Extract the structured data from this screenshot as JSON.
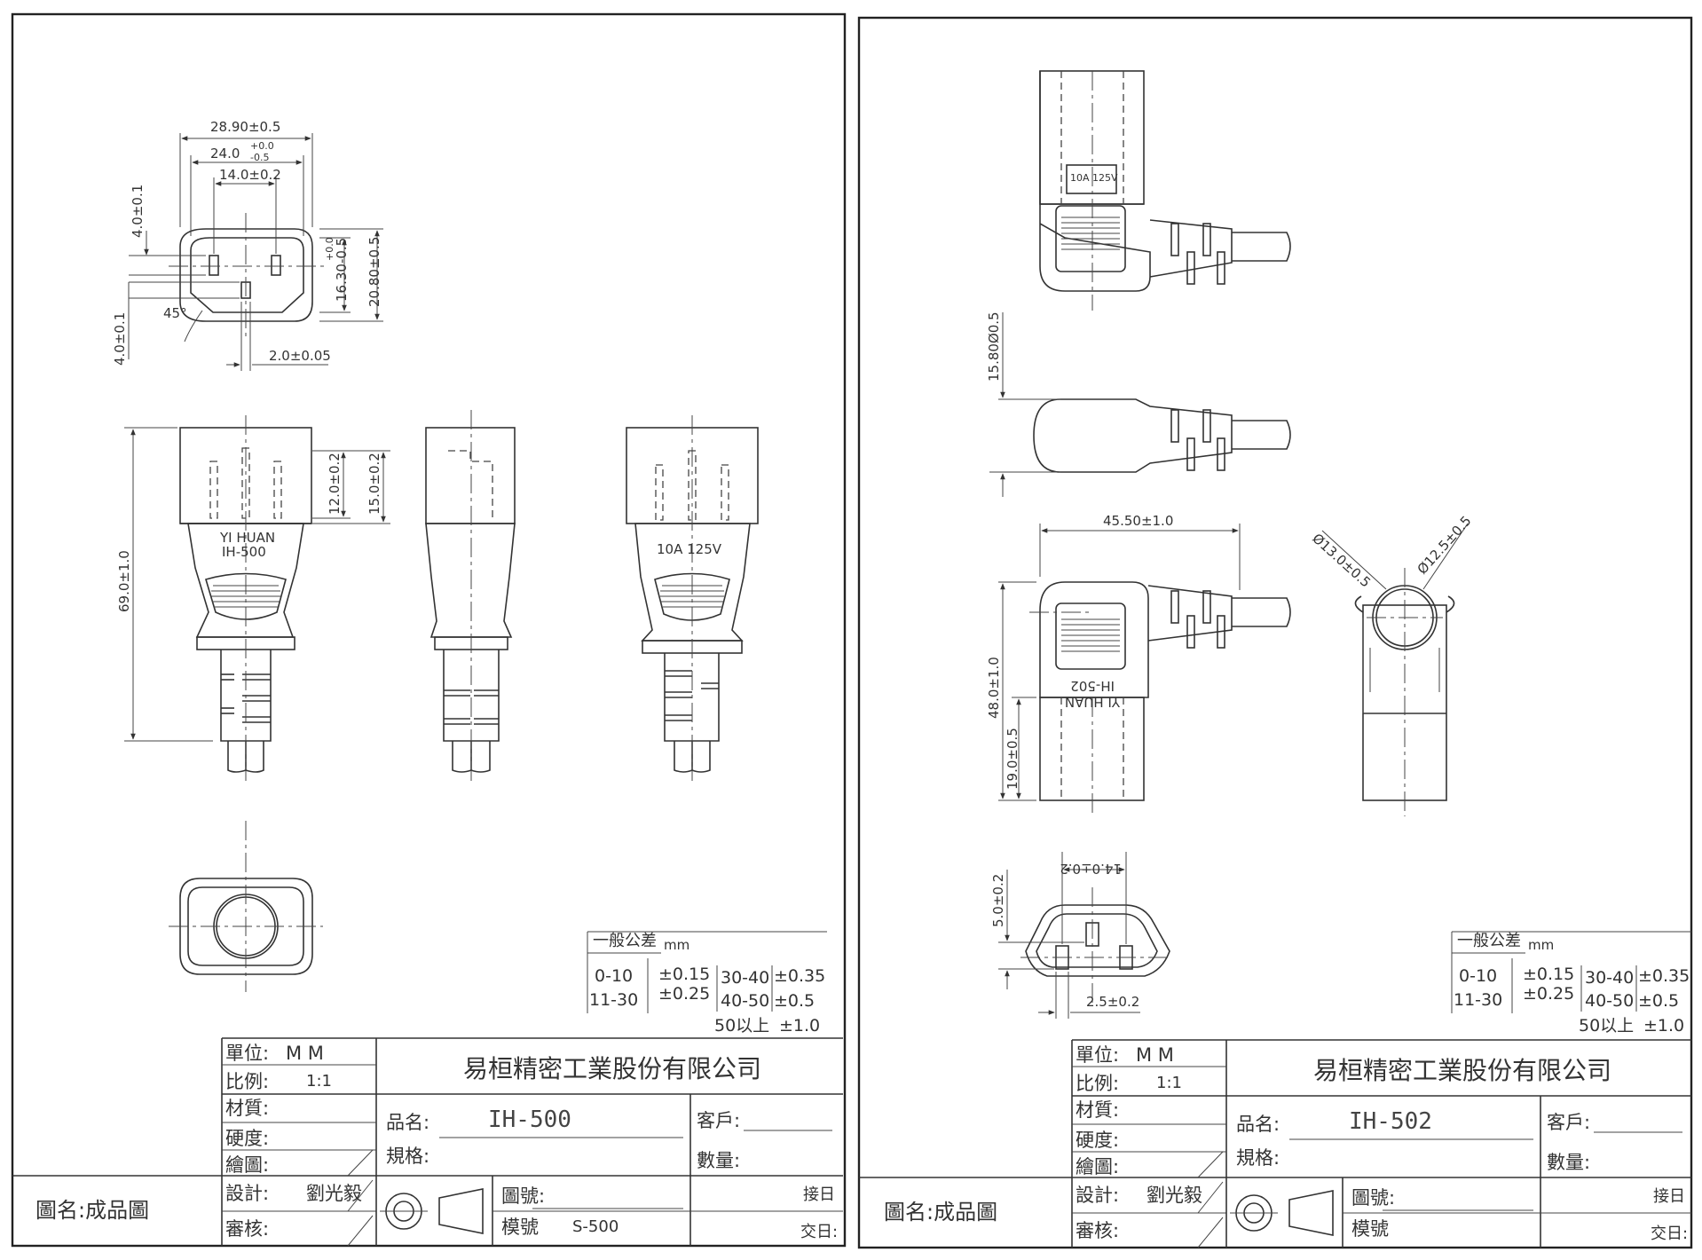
{
  "sheets": [
    {
      "dims": {
        "w_outer": "28.90±0.5",
        "w_inner_nominal": "24.0",
        "w_inner_tol_upper": "+0.0",
        "w_inner_tol_lower": "-0.5",
        "pin_spacing": "14.0±0.2",
        "pin_height_top": "4.0±0.1",
        "pin_height_bottom": "4.0±0.1",
        "angle": "45°",
        "inner_height": "16.30-0.5",
        "inner_height_tol": "+0.0",
        "outer_height": "20.80±0.5",
        "pin_width": "2.0±0.05",
        "length_total": "69.0±1.0",
        "pin_depth": "12.0±0.2",
        "body_depth": "15.0±0.2"
      },
      "marking_brand": "YI HUAN",
      "marking_model": "IH-500",
      "rating": "10A 125V",
      "tolerance_table": {
        "title": "一般公差",
        "unit": "mm",
        "r1": "0-10",
        "r2": "11-30",
        "t1": "±0.15",
        "t2": "±0.25",
        "r3": "30-40",
        "t3": "±0.35",
        "r4": "40-50",
        "t4": "±0.5",
        "r5": "50以上",
        "t5": "±1.0"
      },
      "title_block": {
        "unit_label": "單位:",
        "unit_value": "M M",
        "scale_label": "比例:",
        "scale_value": "1:1",
        "material_label": "材質:",
        "hardness_label": "硬度:",
        "drawn_label": "繪圖:",
        "design_label": "設計:",
        "designer": "劉光毅",
        "review_label": "審核:",
        "company": "易桓精密工業股份有限公司",
        "product_label": "品名:",
        "product_value": "IH-500",
        "spec_label": "規格:",
        "customer_label": "客戶:",
        "qty_label": "數量:",
        "drawing_no_label": "圖號:",
        "mold_no_label": "模號",
        "mold_no_value": "S-500",
        "receive_label": "接日",
        "deliver_label": "交日:",
        "drawing_name": "圖名:成品圖"
      }
    },
    {
      "dims": {
        "diameter_side": "15.80Ø0.5",
        "length_top": "45.50±1.0",
        "d1": "Ø13.0±0.5",
        "d2": "Ø12.5±0.5",
        "height": "48.0±1.0",
        "head_height": "19.0±0.5",
        "pin_spacing": "14.0±0.2",
        "pin_height": "5.0±0.2",
        "pin_width": "2.5±0.2"
      },
      "rating": "10A 125V",
      "marking_brand": "YI HUAN",
      "marking_model": "IH-502",
      "tolerance_table": {
        "title": "一般公差",
        "unit": "mm",
        "r1": "0-10",
        "r2": "11-30",
        "t1": "±0.15",
        "t2": "±0.25",
        "r3": "30-40",
        "t3": "±0.35",
        "r4": "40-50",
        "t4": "±0.5",
        "r5": "50以上",
        "t5": "±1.0"
      },
      "title_block": {
        "unit_label": "單位:",
        "unit_value": "M M",
        "scale_label": "比例:",
        "scale_value": "1:1",
        "material_label": "材質:",
        "hardness_label": "硬度:",
        "drawn_label": "繪圖:",
        "design_label": "設計:",
        "designer": "劉光毅",
        "review_label": "審核:",
        "company": "易桓精密工業股份有限公司",
        "product_label": "品名:",
        "product_value": "IH-502",
        "spec_label": "規格:",
        "customer_label": "客戶:",
        "qty_label": "數量:",
        "drawing_no_label": "圖號:",
        "mold_no_label": "模號",
        "receive_label": "接日",
        "deliver_label": "交日:",
        "drawing_name": "圖名:成品圖"
      }
    }
  ]
}
